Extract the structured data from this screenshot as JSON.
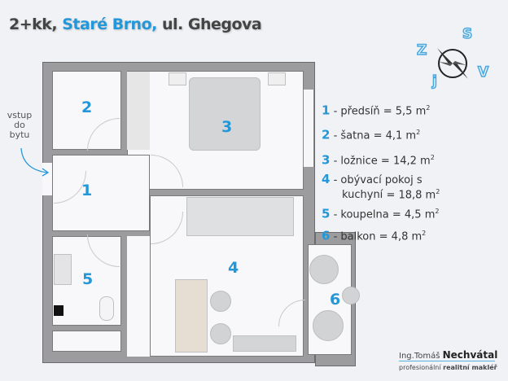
{
  "title": {
    "part1": "2+kk, ",
    "part2": "Staré Brno,",
    "part3": " ul. Ghegova"
  },
  "compass": {
    "north": "S",
    "west": "Z",
    "east": "V",
    "south": "J"
  },
  "entry_label": {
    "line1": "vstup",
    "line2": "do",
    "line3": "bytu"
  },
  "rooms": [
    {
      "num": "1",
      "name": "předsíň",
      "area": "5,5 m"
    },
    {
      "num": "2",
      "name": "šatna",
      "area": "4,1 m"
    },
    {
      "num": "3",
      "name": "ložnice",
      "area": "14,2 m"
    },
    {
      "num": "4",
      "name": "obývací pokoj s",
      "name2": "kuchyní",
      "area": "18,8 m"
    },
    {
      "num": "5",
      "name": "koupelna",
      "area": "4,5 m"
    },
    {
      "num": "6",
      "name": "balkon",
      "area": "4,8 m"
    }
  ],
  "sep": " - ",
  "eq": " = ",
  "sup": "2",
  "signature": {
    "prefix": "Ing.Tomáš ",
    "name": "Nechvátal",
    "role_prefix": "profesionální ",
    "role": "realitní makléř"
  }
}
